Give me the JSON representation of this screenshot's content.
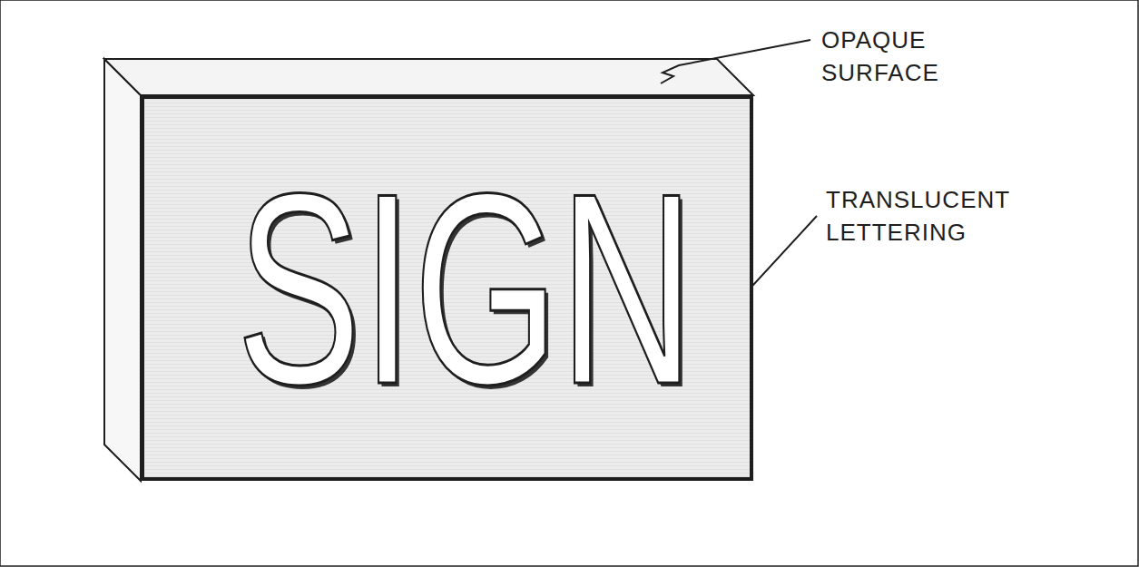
{
  "diagram": {
    "nodes": [
      {
        "text": [
          "SIGN"
        ]
      }
    ],
    "labels": [
      "OPAQUE SURFACE",
      "TRANSLUCENT LETTERING"
    ]
  }
}
